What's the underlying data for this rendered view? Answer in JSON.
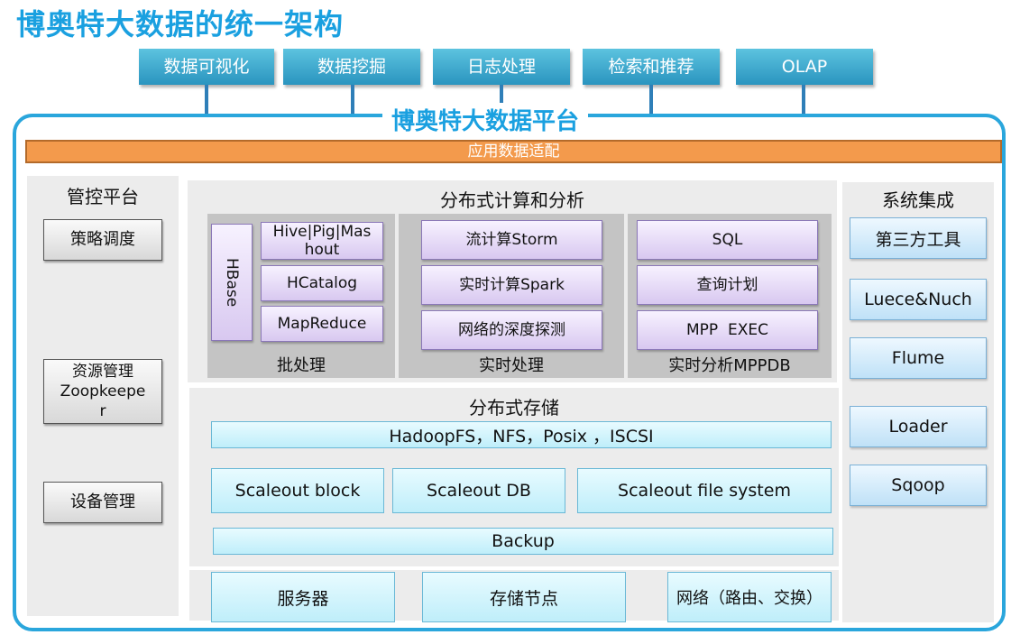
{
  "title": "博奥特大数据的统一架构",
  "top_apps": [
    "数据可视化",
    "数据挖掘",
    "日志处理",
    "检索和推荐",
    "OLAP"
  ],
  "platform_title": "博奥特大数据平台",
  "adapter": "应用数据适配",
  "control": {
    "title": "管控平台",
    "items": [
      "策略调度",
      "资源管理\nZoopkeepe\nr",
      "设备管理"
    ]
  },
  "compute": {
    "title": "分布式计算和分析",
    "batch": {
      "label": "批处理",
      "hbase": "HBase",
      "items": [
        "Hive|Pig|Mas\nhout",
        "HCatalog",
        "MapReduce"
      ]
    },
    "realtime": {
      "label": "实时处理",
      "items": [
        "流计算Storm",
        "实时计算Spark",
        "网络的深度探测"
      ]
    },
    "mppdb": {
      "label": "实时分析MPPDB",
      "items": [
        "SQL",
        "查询计划",
        "MPP  EXEC"
      ]
    }
  },
  "storage": {
    "title": "分布式存储",
    "fs": "HadoopFS，NFS，Posix ，ISCSI",
    "scaleout": [
      "Scaleout block",
      "Scaleout DB",
      "Scaleout file system"
    ],
    "backup": "Backup"
  },
  "infra": [
    "服务器",
    "存储节点",
    "网络（路由、交换）"
  ],
  "integration": {
    "title": "系统集成",
    "items": [
      "第三方工具",
      "Luece&Nuch",
      "Flume",
      "Loader",
      "Sqoop"
    ]
  },
  "colors": {
    "accent": "#1aa0e0",
    "adapter": "#f39a4c",
    "top_box": "#2a94bf"
  }
}
